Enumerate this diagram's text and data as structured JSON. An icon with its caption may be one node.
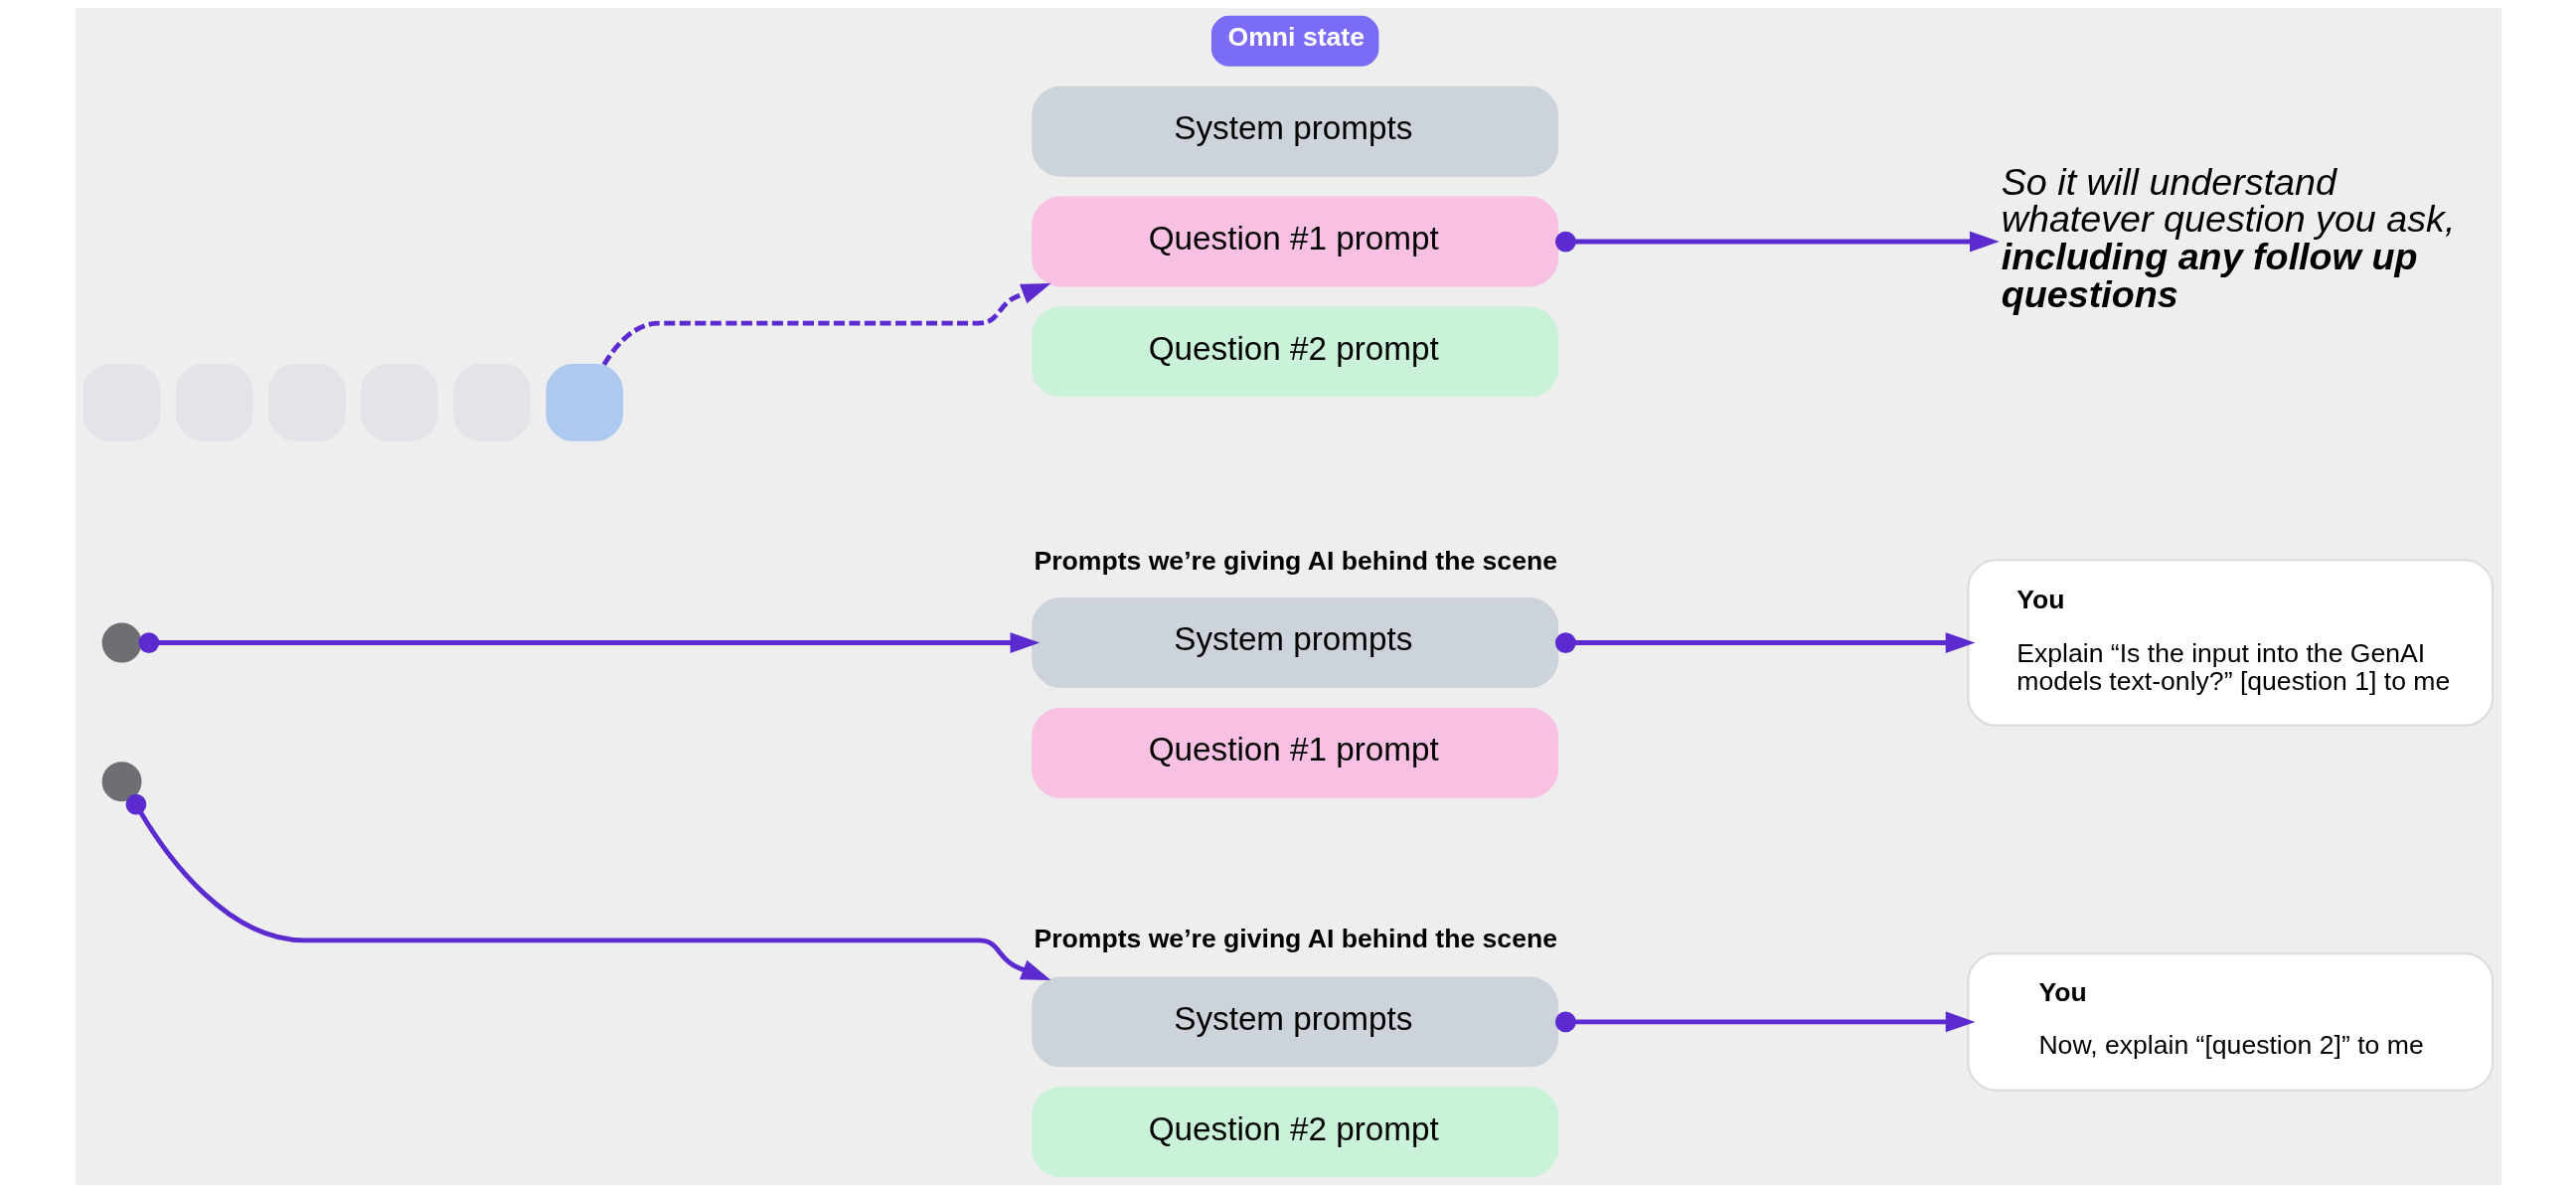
{
  "diagram": {
    "nodes": [
      {
        "text": [
          "Omni state"
        ]
      },
      {
        "text": [
          "System prompts"
        ]
      },
      {
        "text": [
          "Question #1 prompt"
        ]
      },
      {
        "text": [
          "Question #2 prompt"
        ]
      },
      {
        "text": [
          "So it will understand whatever question you ask,",
          "including any follow up questions"
        ]
      },
      {
        "text": [],
        "shape": "box"
      },
      {
        "text": [],
        "shape": "box"
      },
      {
        "text": [],
        "shape": "box"
      },
      {
        "text": [],
        "shape": "box"
      },
      {
        "text": [],
        "shape": "box"
      },
      {
        "text": [],
        "shape": "box"
      },
      {
        "text": [],
        "shape": "circle"
      },
      {
        "text": [
          "System prompts"
        ]
      },
      {
        "text": [
          "Question #1 prompt"
        ]
      },
      {
        "text": [
          "You",
          "Explain “Is the input into the GenAI models text-only?” [question 1] to me"
        ]
      },
      {
        "text": [],
        "shape": "circle"
      },
      {
        "text": [
          "System prompts"
        ]
      },
      {
        "text": [
          "Question #2 prompt"
        ]
      },
      {
        "text": [
          "You",
          "Now, explain “[question 2]” to me"
        ]
      }
    ],
    "edges": [
      {
        "from": 10,
        "to": 2,
        "arrow": "to",
        "style": "dashed"
      },
      {
        "from": 2,
        "to": 4,
        "arrow": "to"
      },
      {
        "from": 11,
        "to": 12,
        "arrow": "to"
      },
      {
        "from": 12,
        "to": 14,
        "arrow": "to"
      },
      {
        "from": 15,
        "to": 16,
        "arrow": "to"
      },
      {
        "from": 16,
        "to": 18,
        "arrow": "to"
      }
    ],
    "labels": [
      "Prompts we’re giving AI behind the scene",
      "Prompts we’re giving AI behind the scene"
    ]
  }
}
